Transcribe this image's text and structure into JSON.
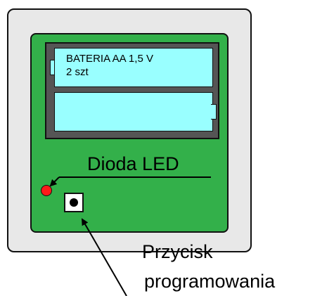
{
  "battery": {
    "label_line1": "BATERIA AA 1,5 V",
    "label_line2": "2 szt"
  },
  "led": {
    "label": "Dioda LED",
    "color": "#ff1a1a"
  },
  "button": {
    "label_line1": "Przycisk",
    "label_line2": "programowania"
  },
  "colors": {
    "board": "#33b04a",
    "battery": "#99ffff",
    "holder": "#555555",
    "plate": "#e8e8e8"
  }
}
